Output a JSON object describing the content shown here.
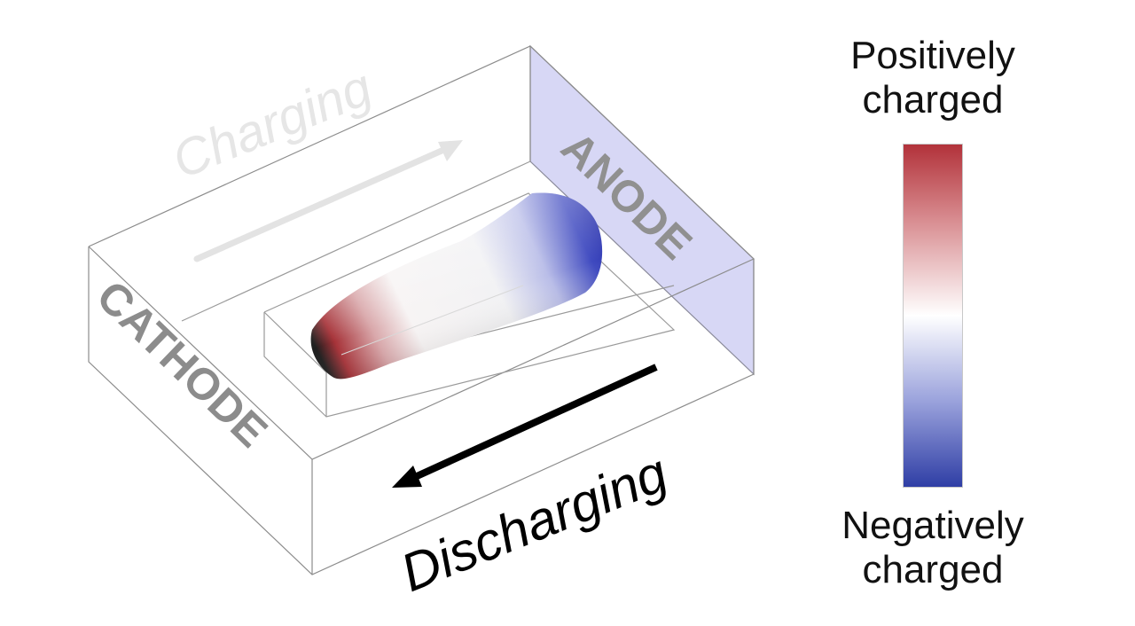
{
  "labels": {
    "charging": "Charging",
    "discharging": "Discharging",
    "anode": "ANODE",
    "cathode": "CATHODE"
  },
  "legend": {
    "top_line1": "Positively",
    "top_line2": "charged",
    "bottom_line1": "Negatively",
    "bottom_line2": "charged"
  },
  "colors": {
    "positive": "#b2323a",
    "neutral": "#ffffff",
    "negative": "#2f3ea5",
    "anode_panel": "#c9c9f2",
    "arrow_discharging": "#000000",
    "arrow_charging": "#e3e3e3"
  }
}
